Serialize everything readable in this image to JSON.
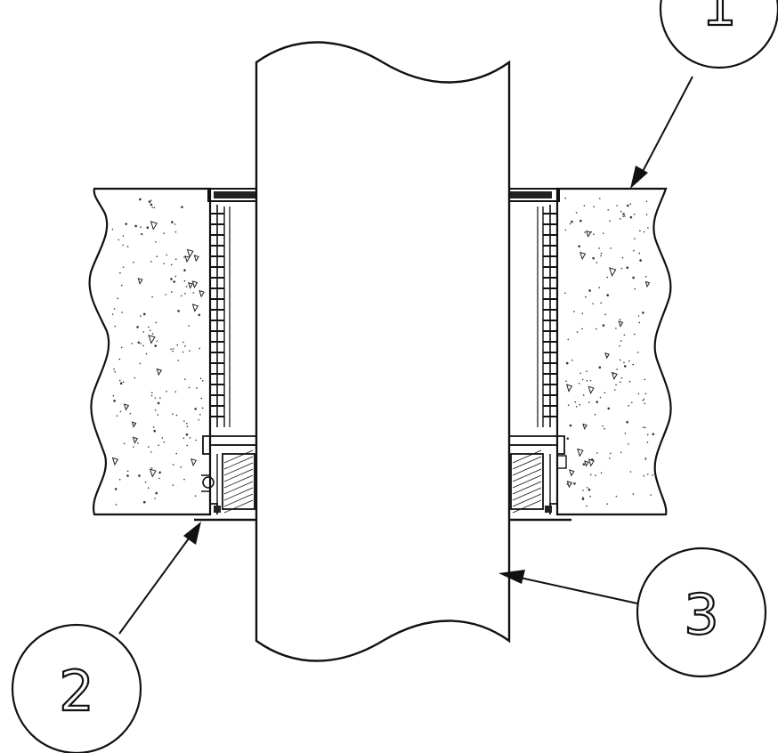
{
  "callouts": [
    {
      "id": "callout-1",
      "label": "1"
    },
    {
      "id": "callout-2",
      "label": "2"
    },
    {
      "id": "callout-3",
      "label": "3"
    }
  ],
  "colors": {
    "ink": "#111111",
    "background": "#ffffff"
  }
}
